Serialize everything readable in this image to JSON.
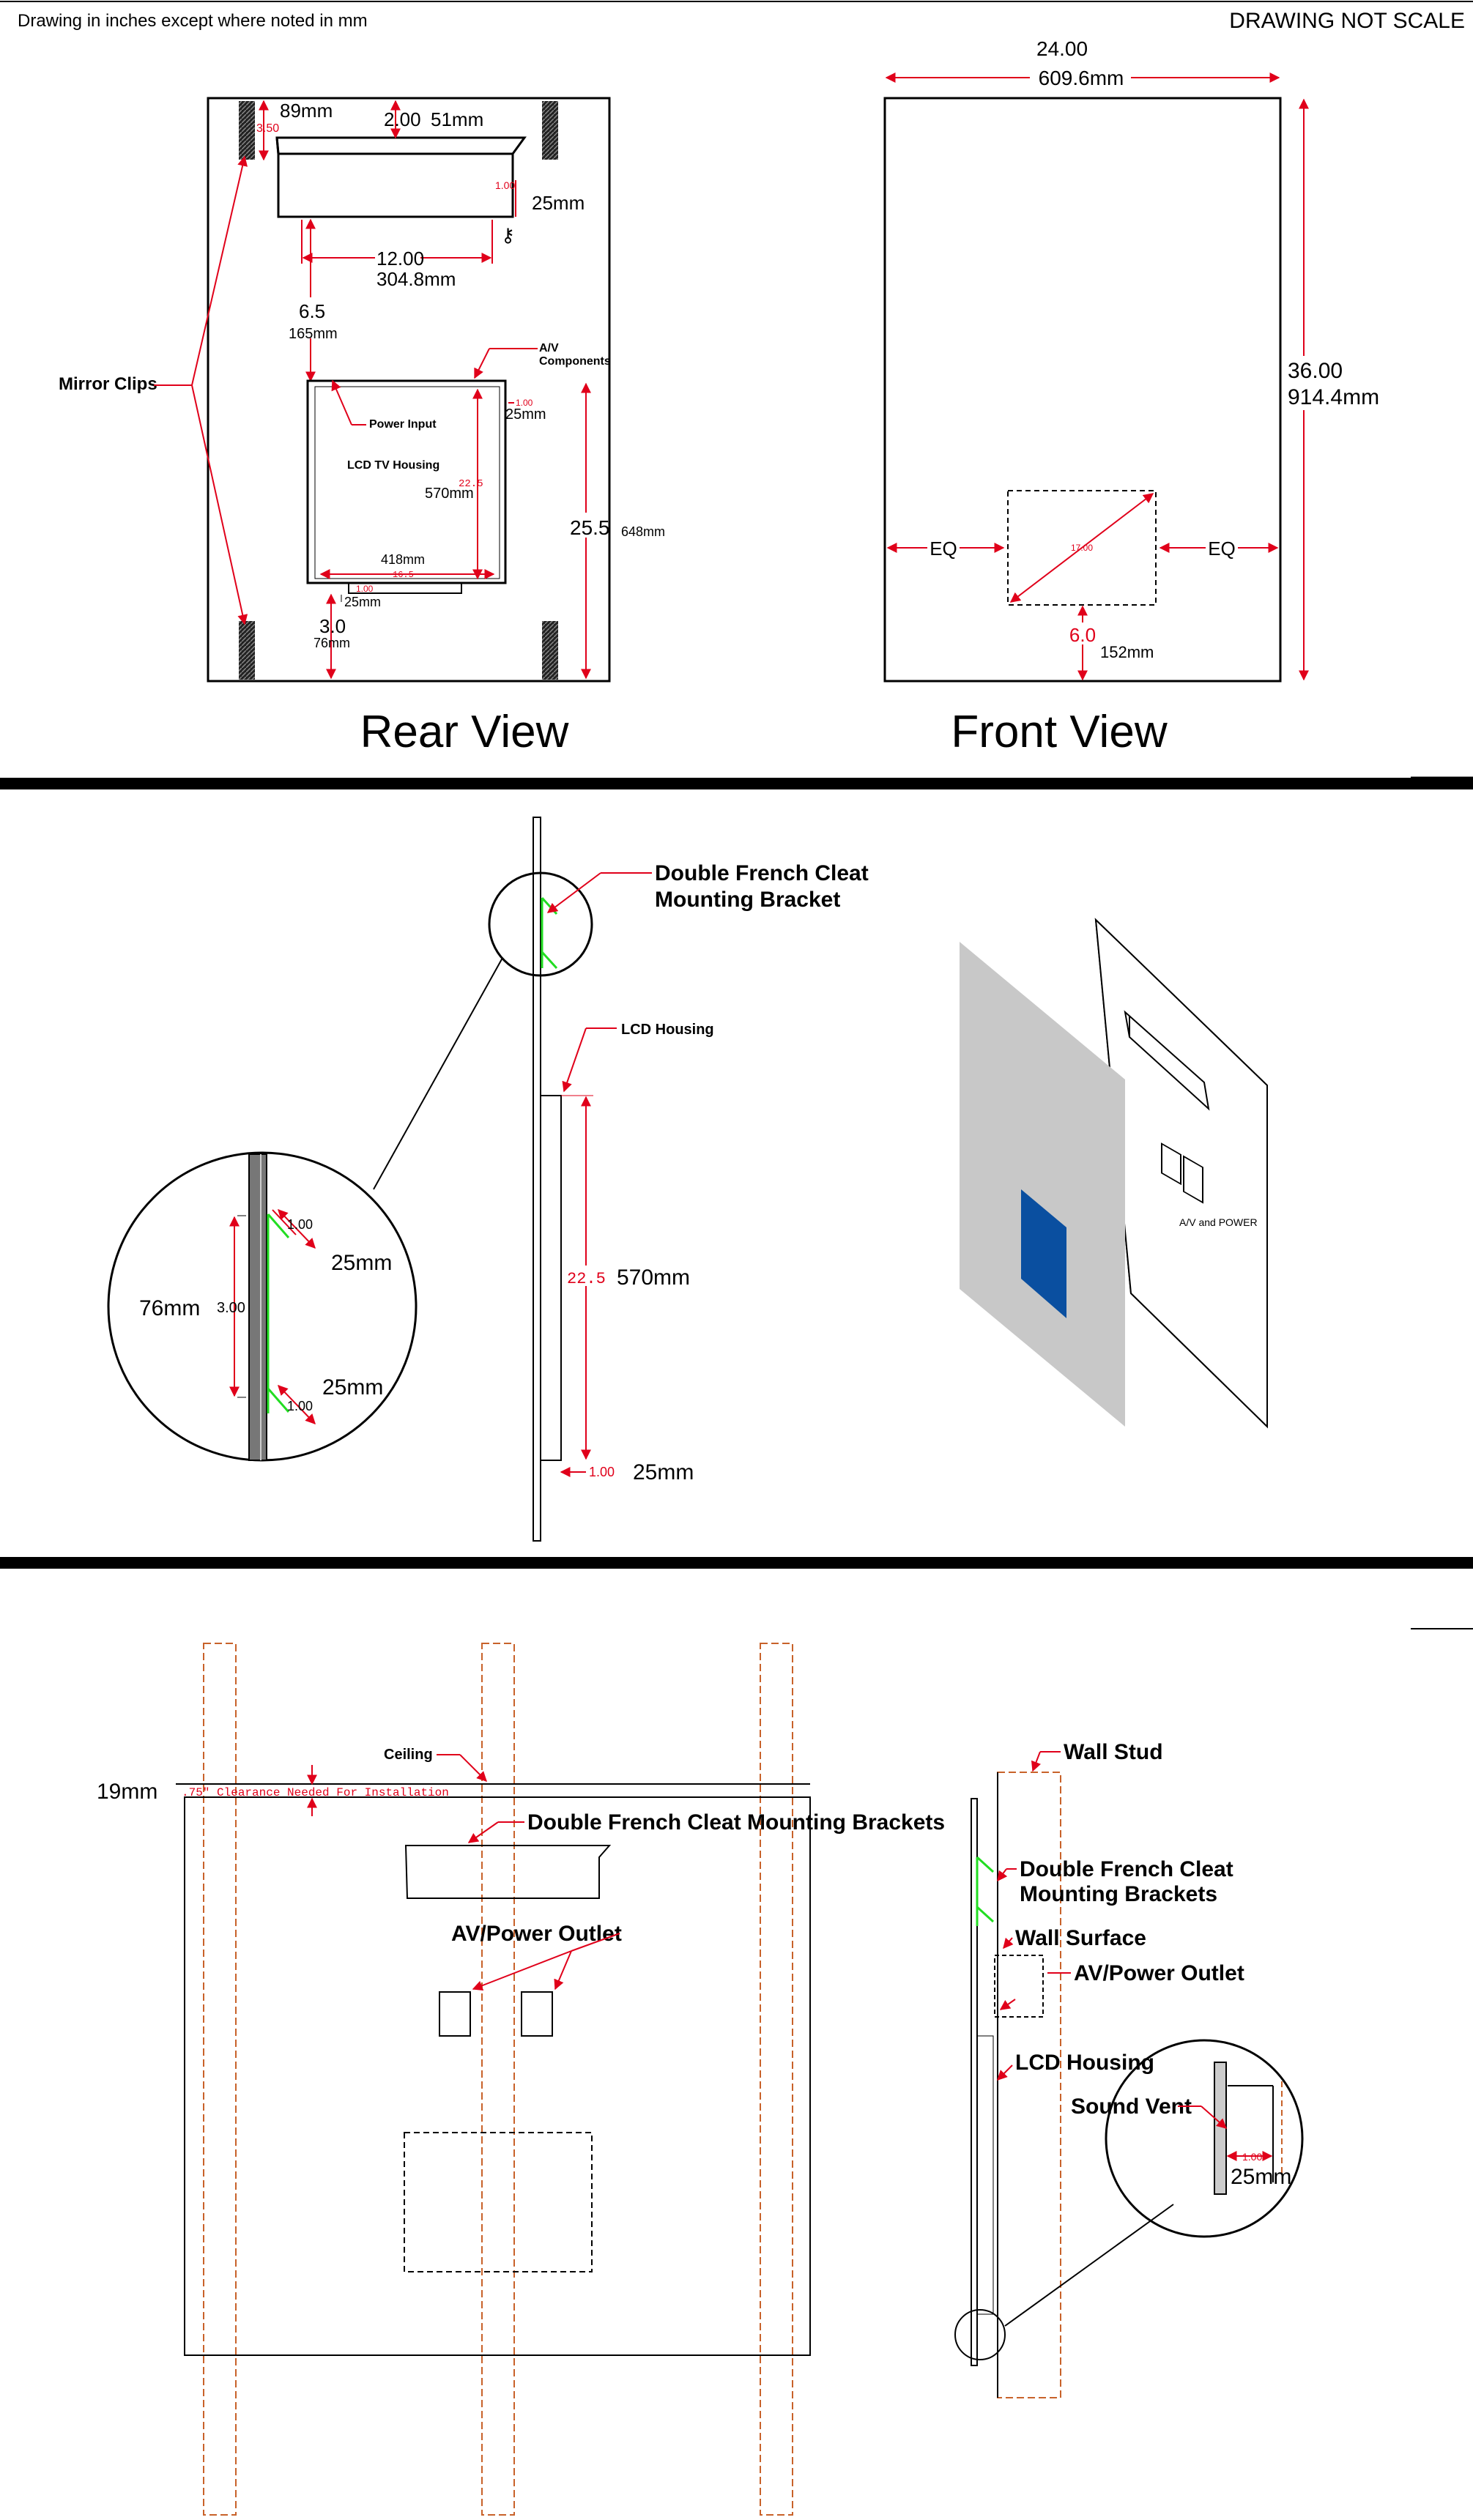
{
  "header": {
    "note": "Drawing in inches except where noted in mm",
    "scale_note": "DRAWING NOT SCALE"
  },
  "rear_view": {
    "title": "Rear View",
    "mirror_clips": "Mirror Clips",
    "dim_89mm": "89mm",
    "dim_3_50": "3.50",
    "dim_2_00": "2.00",
    "dim_51mm": "51mm",
    "dim_1_00": "1.00",
    "dim_25mm_a": "25mm",
    "dim_12_00": "12.00",
    "dim_304_8mm": "304.8mm",
    "dim_6_5": "6.5",
    "dim_165mm": "165mm",
    "av_components": "A/V Components",
    "dim_1_00_b": "1.00",
    "dim_25mm_b": "25mm",
    "power_input": "Power Input",
    "lcd_tv_housing": "LCD TV Housing",
    "dim_22_5": "22.5",
    "dim_570mm": "570mm",
    "dim_25_5": "25.5",
    "dim_648mm": "648mm",
    "dim_418mm": "418mm",
    "dim_16_5": "16.5",
    "dim_1_00_c": "1.00",
    "dim_25mm_c": "25mm",
    "dim_3_0": "3.0",
    "dim_76mm": "76mm"
  },
  "front_view": {
    "title": "Front View",
    "dim_24_00": "24.00",
    "dim_609_6mm": "609.6mm",
    "dim_36_00": "36.00",
    "dim_914_4mm": "914.4mm",
    "eq_left": "EQ",
    "eq_right": "EQ",
    "dim_17_00": "17.00",
    "dim_6_0": "6.0",
    "dim_152mm": "152mm"
  },
  "side_view": {
    "cleat_label": "Double French Cleat Mounting Bracket",
    "lcd_housing": "LCD Housing",
    "dim_22_5": "22.5",
    "dim_570mm": "570mm",
    "dim_1_00": "1.00",
    "dim_25mm": "25mm",
    "detail_1_00_top": "1.00",
    "detail_25mm_top": "25mm",
    "detail_76mm": "76mm",
    "detail_3_00": "3.00",
    "detail_25mm_bottom": "25mm",
    "detail_1_00_bottom": "1.00"
  },
  "iso_view": {
    "av_power": "A/V and POWER"
  },
  "install_view": {
    "dim_19mm": "19mm",
    "ceiling": "Ceiling",
    "clearance_note": ".75\" Clearance Needed For Installation",
    "brackets": "Double French Cleat Mounting Brackets",
    "av_outlet": "AV/Power Outlet"
  },
  "section_view": {
    "wall_stud": "Wall Stud",
    "brackets": "Double French Cleat Mounting Brackets",
    "wall_surface": "Wall Surface",
    "av_outlet": "AV/Power Outlet",
    "lcd_housing": "LCD Housing",
    "sound_vent": "Sound Vent",
    "dim_1_00": "1.00",
    "dim_25mm": "25mm"
  },
  "colors": {
    "dimension": "#e0001a",
    "cleat": "#22dd22",
    "stud": "#c8622a",
    "panel_grey": "#c8c8c8",
    "screen_blue": "#0a4fa0"
  }
}
